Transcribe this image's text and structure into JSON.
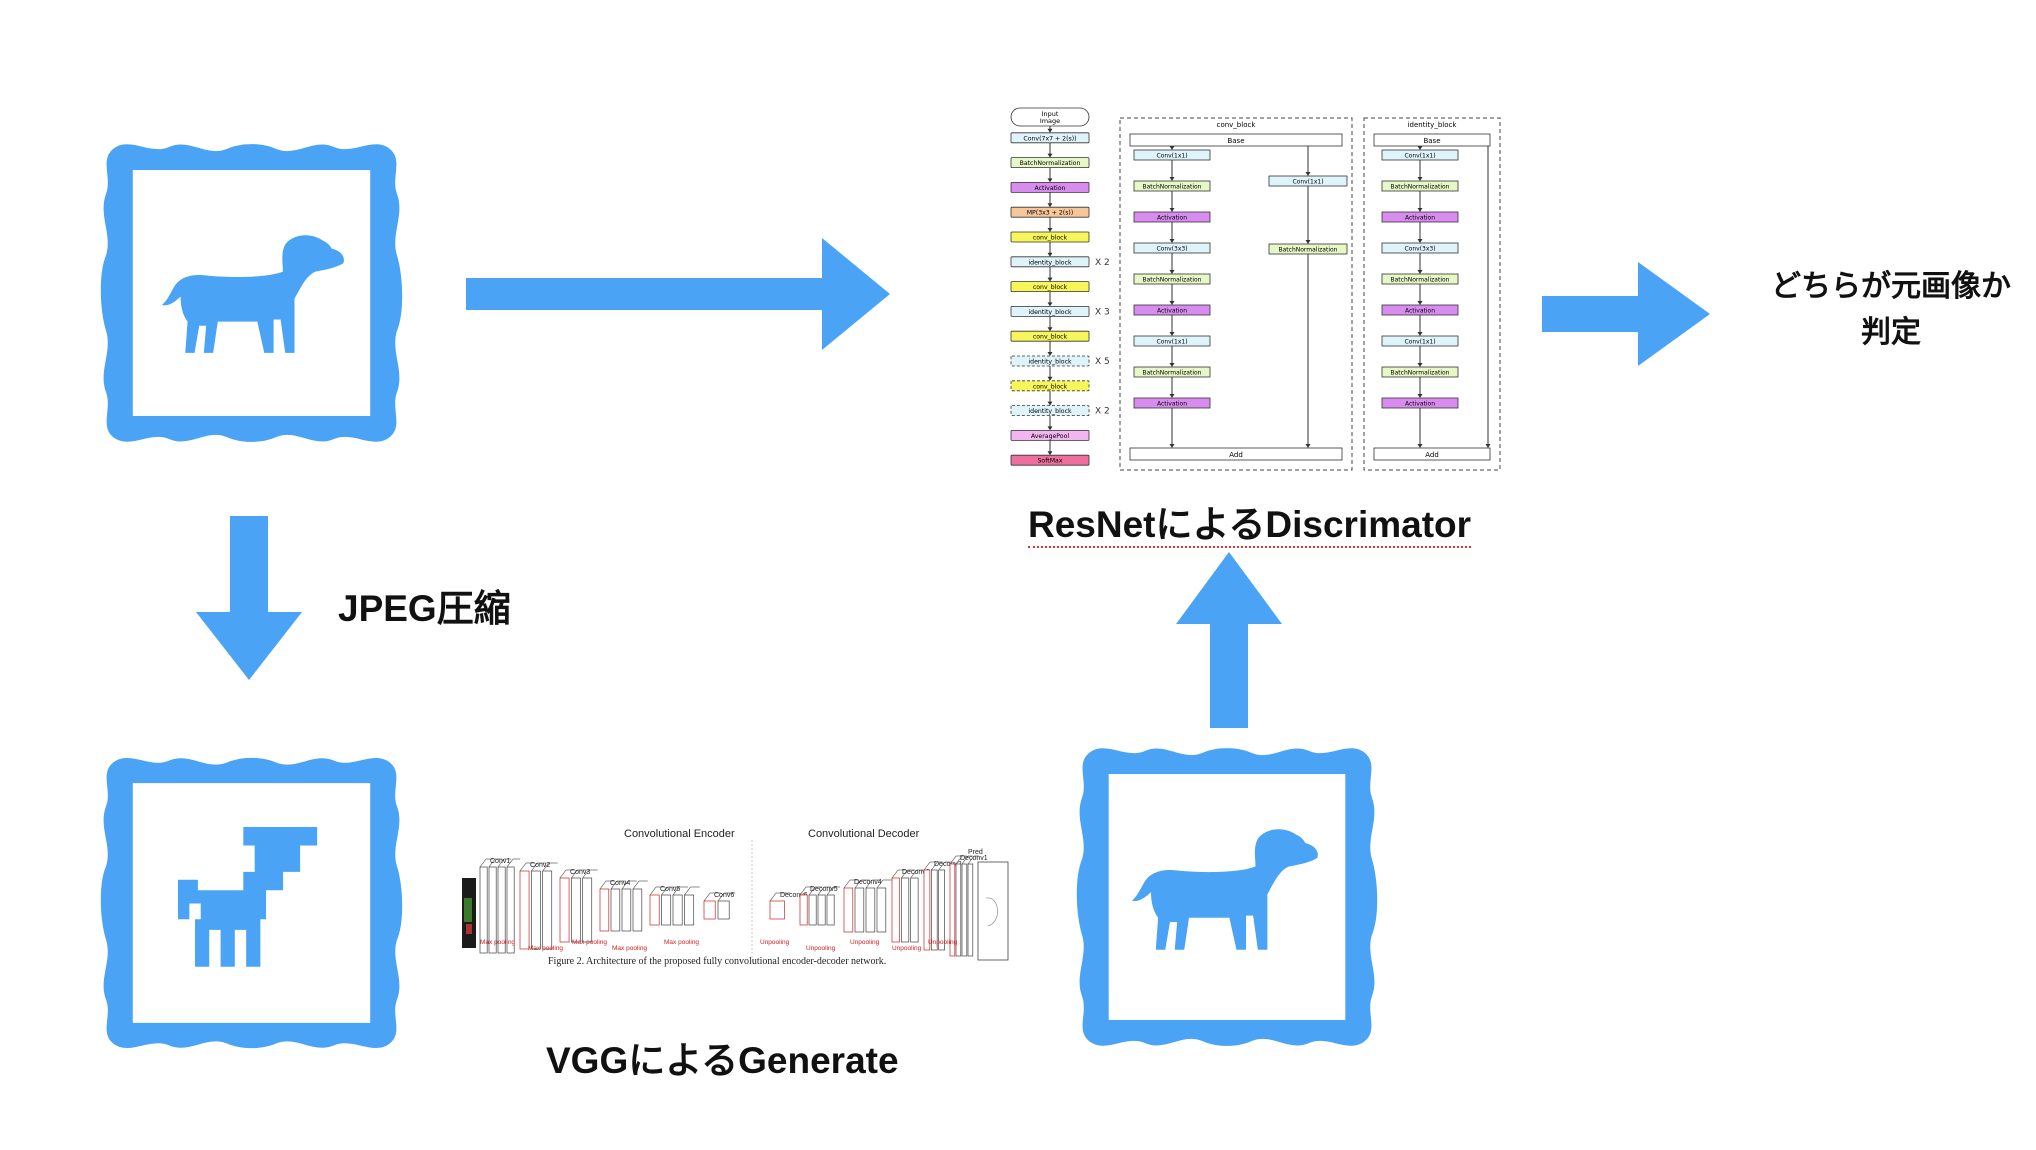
{
  "labels": {
    "jpeg": "JPEG圧縮",
    "generator": "VGGによるGenerate",
    "discriminator": "ResNetによるDiscrimator",
    "judge_line1": "どちらが元画像か",
    "judge_line2": "判定"
  },
  "colors": {
    "accent": "#4aa3f5",
    "text": "#111111"
  },
  "icons": [
    "picture-frame-icon",
    "dog-icon",
    "pixel-dog-icon",
    "arrow-right-icon",
    "arrow-down-icon",
    "arrow-up-icon"
  ],
  "segnet": {
    "enc_title": "Convolutional Encoder",
    "dec_title": "Convolutional Decoder",
    "layers": [
      "Conv1",
      "Conv2",
      "Conv3",
      "Conv4",
      "Conv5",
      "Conv6",
      "Deconv6",
      "Deconv5",
      "Deconv4",
      "Deconv3",
      "Deconv2",
      "Deconv1",
      "Pred"
    ],
    "pool": [
      "Max pooling",
      "Max pooling",
      "Max pooling",
      "Max pooling",
      "Max pooling"
    ],
    "unpool": [
      "Unpooling",
      "Unpooling",
      "Unpooling",
      "Unpooling",
      "Unpooling"
    ],
    "caption": "Figure 2. Architecture of the proposed fully convolutional encoder-decoder network."
  },
  "resnet": {
    "main": [
      {
        "label": "Input Image",
        "color": "#ffffff"
      },
      {
        "label": "Conv(7x7 + 2(s))",
        "color": "#dff3fb"
      },
      {
        "label": "BatchNormalization",
        "color": "#e6f7c8"
      },
      {
        "label": "Activation",
        "color": "#d88cf0"
      },
      {
        "label": "MP(3x3 + 2(s))",
        "color": "#f7c79a"
      },
      {
        "label": "conv_block",
        "color": "#f6f55a"
      },
      {
        "label": "identity_block",
        "color": "#dff3fb",
        "rep": "X 2"
      },
      {
        "label": "conv_block",
        "color": "#f6f55a"
      },
      {
        "label": "identity_block",
        "color": "#dff3fb",
        "rep": "X 3"
      },
      {
        "label": "conv_block",
        "color": "#f6f55a"
      },
      {
        "label": "identity_block",
        "color": "#dff3fb",
        "rep": "X 5",
        "dashed": true
      },
      {
        "label": "conv_block",
        "color": "#f6f55a",
        "dashed": true
      },
      {
        "label": "identity_block",
        "color": "#dff3fb",
        "rep": "X 2",
        "dashed": true
      },
      {
        "label": "AveragePool",
        "color": "#f3b5f0"
      },
      {
        "label": "SoftMax",
        "color": "#ee6f9b"
      }
    ],
    "conv_title": "conv_block",
    "identity_title": "identity_block",
    "conv_left": [
      {
        "label": "Conv(1x1)",
        "color": "#dff3fb"
      },
      {
        "label": "BatchNormalization",
        "color": "#e6f7c8"
      },
      {
        "label": "Activation",
        "color": "#d88cf0"
      },
      {
        "label": "Conv(3x3)",
        "color": "#dff3fb"
      },
      {
        "label": "BatchNormalization",
        "color": "#e6f7c8"
      },
      {
        "label": "Activation",
        "color": "#d88cf0"
      },
      {
        "label": "Conv(1x1)",
        "color": "#dff3fb"
      },
      {
        "label": "BatchNormalization",
        "color": "#e6f7c8"
      },
      {
        "label": "Activation",
        "color": "#d88cf0"
      }
    ],
    "conv_right": [
      {
        "label": "Conv(1x1)",
        "color": "#dff3fb"
      },
      {
        "label": "BatchNormalization",
        "color": "#e6f7c8"
      }
    ],
    "base": "Base",
    "add": "Add"
  }
}
